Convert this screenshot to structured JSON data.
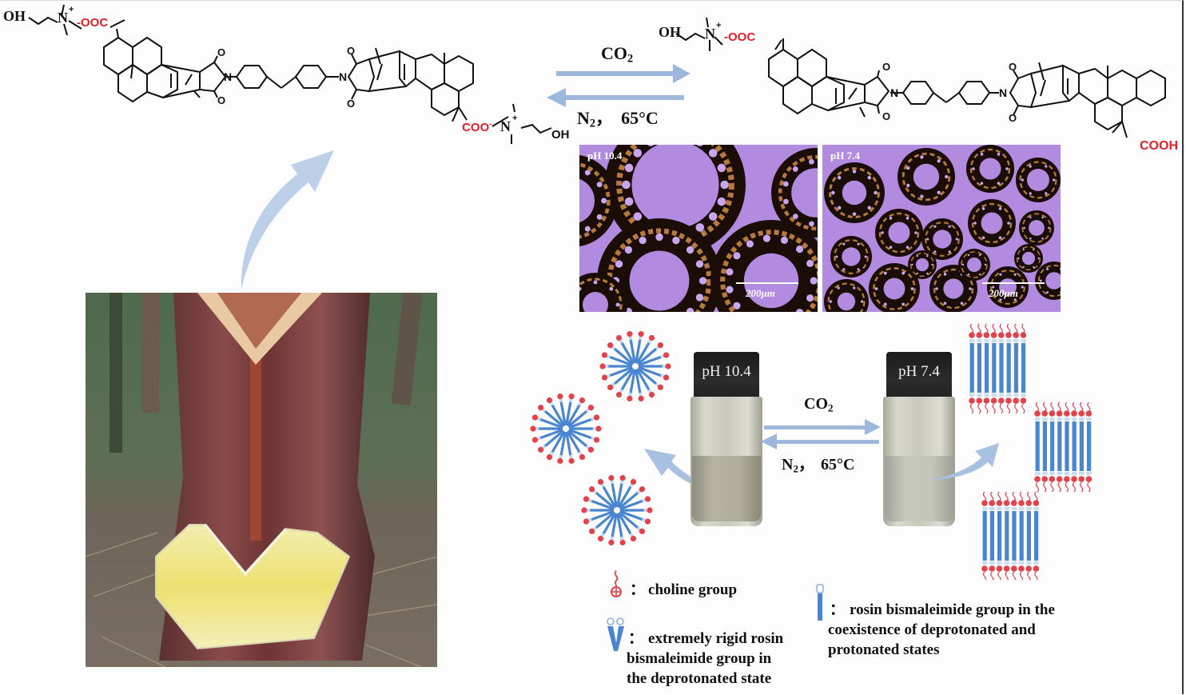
{
  "figure": {
    "type": "graphical-abstract",
    "topic": "CO2-responsive rosin bismaleimide choline surfactant"
  },
  "molecule_left": {
    "name": "deprotonated-rosin-bismaleimide-choline-salt",
    "label_oh_left": "OH",
    "label_n_left": "N",
    "label_nplus_left": "+",
    "label_carboxylate_left": "-OOC",
    "label_o_imide_top_left": "O",
    "label_o_imide_bottom_left": "O",
    "label_n_imide_left": "N",
    "label_n_imide_right": "N",
    "label_o_imide_top_right": "O",
    "label_o_imide_bottom_right": "O",
    "label_carboxylate_right": "COO",
    "label_carboxylate_right_charge": "-",
    "label_n_right": "N",
    "label_nplus_right": "+",
    "label_oh_right": "OH"
  },
  "molecule_right": {
    "name": "partially-protonated-rosin-bismaleimide",
    "label_oh_left": "OH",
    "label_n_left": "N",
    "label_nplus_left": "+",
    "label_carboxylate_left": "-OOC",
    "label_o1": "O",
    "label_o2": "O",
    "label_n_imide_left": "N",
    "label_n_imide_right": "N",
    "label_o3": "O",
    "label_o4": "O",
    "label_acid_right": "COOH"
  },
  "reaction_top": {
    "forward": {
      "reagent": "CO",
      "subscript": "2"
    },
    "reverse": {
      "reagent": "N",
      "subscript": "2",
      "separator": "，",
      "temperature": "65°C"
    }
  },
  "reaction_middle": {
    "forward": {
      "reagent": "CO",
      "subscript": "2"
    },
    "reverse": {
      "reagent": "N",
      "subscript": "2",
      "separator": "，",
      "temperature": "65°C"
    }
  },
  "micrographs": [
    {
      "label": "pH 10.4",
      "scale": "200",
      "scale_unit": "μm"
    },
    {
      "label": "pH 7.4",
      "scale": "200",
      "scale_unit": "μm"
    }
  ],
  "vials": [
    {
      "label": "pH 10.4"
    },
    {
      "label": "pH 7.4"
    }
  ],
  "photo": {
    "subject": "pine-resin-tapping-photo"
  },
  "legend": [
    {
      "icon": "choline-group-icon",
      "separator": "：",
      "text": "choline group"
    },
    {
      "icon": "rigid-v-rosin-icon",
      "separator": "：",
      "text_lines": [
        "extremely rigid rosin",
        "bismaleimide group in",
        "the deprotonated state"
      ]
    },
    {
      "icon": "rosin-rod-icon",
      "separator": "：",
      "text_lines": [
        "rosin bismaleimide group in the",
        "coexistence of deprotonated and",
        "protonated states"
      ]
    }
  ],
  "colors": {
    "carboxylate_red": "#e0202a",
    "arrow_blue": "#9db8dc",
    "micrograph_purple": "#b28ae0",
    "surfactant_blue": "#4a86cf",
    "head_red": "#e2424a",
    "resin_yellow": "#eee68a"
  }
}
